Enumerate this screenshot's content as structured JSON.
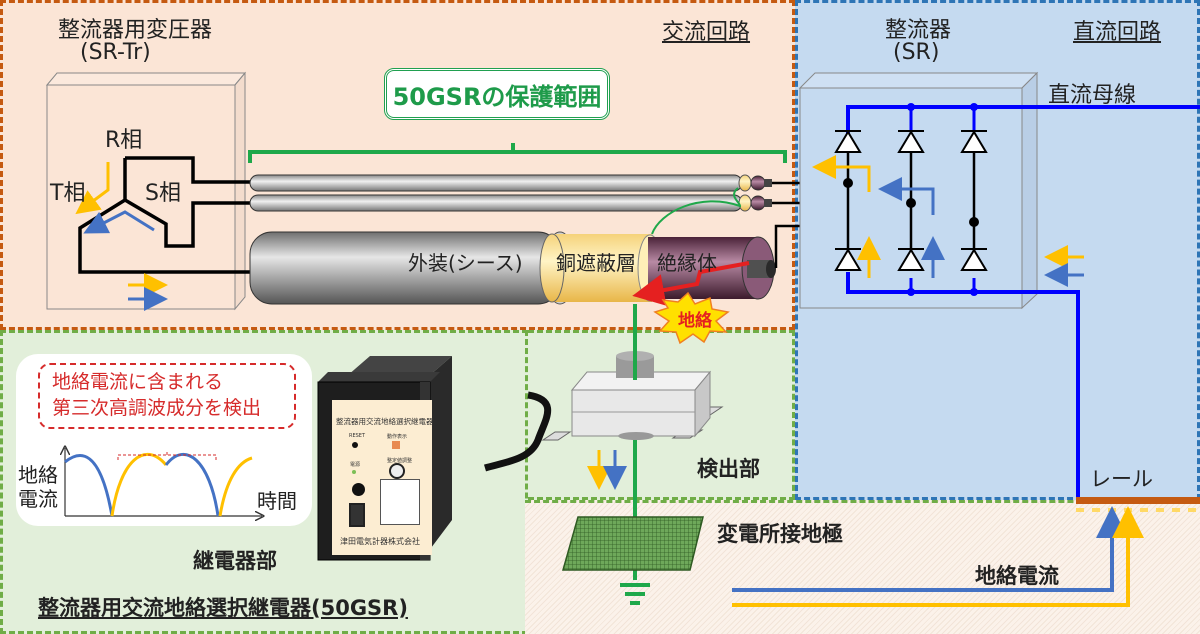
{
  "zones": {
    "ac_circuit": "交流回路",
    "dc_circuit": "直流回路"
  },
  "transformer": {
    "title": "整流器用変圧器",
    "subtitle": "(SR-Tr)",
    "phases": [
      "R相",
      "S相",
      "T相"
    ]
  },
  "rectifier": {
    "title": "整流器",
    "subtitle": "(SR)",
    "dc_bus_label": "直流母線"
  },
  "protection_badge": "50GSRの保護範囲",
  "cable": {
    "sheath_label": "外装(シース)",
    "shield_label": "銅遮蔽層",
    "insulator_label": "絶縁体",
    "fault_label": "地絡"
  },
  "relay": {
    "note_line1": "地絡電流に含まれる",
    "note_line2": "第三次高調波成分を検出",
    "graph_ylabel_line1": "地絡",
    "graph_ylabel_line2": "電流",
    "graph_xlabel": "時間",
    "unit_label": "継電器部",
    "face_title": "整流器用交流地絡選択継電器",
    "face_reset": "RESET",
    "face_indicator": "動作表示",
    "face_power": "電源",
    "face_knob": "整定値調整",
    "manufacturer": "津田電気計器株式会社",
    "system_title": "整流器用交流地絡選択継電器(50GSR)"
  },
  "detector_label": "検出部",
  "ground_electrode_label": "変電所接地極",
  "rail_label": "レール",
  "fault_current_label": "地絡電流",
  "colors": {
    "ac_zone": "#fbe5d6",
    "dc_zone": "#c5daf0",
    "relay_zone": "#e2efda",
    "phase_yellow": "#ffc000",
    "phase_blue": "#4472c4",
    "dc_bus": "#0000ff",
    "ground_green": "#1fa84a",
    "fault_red": "#e52020",
    "rail": "#c55a11"
  }
}
